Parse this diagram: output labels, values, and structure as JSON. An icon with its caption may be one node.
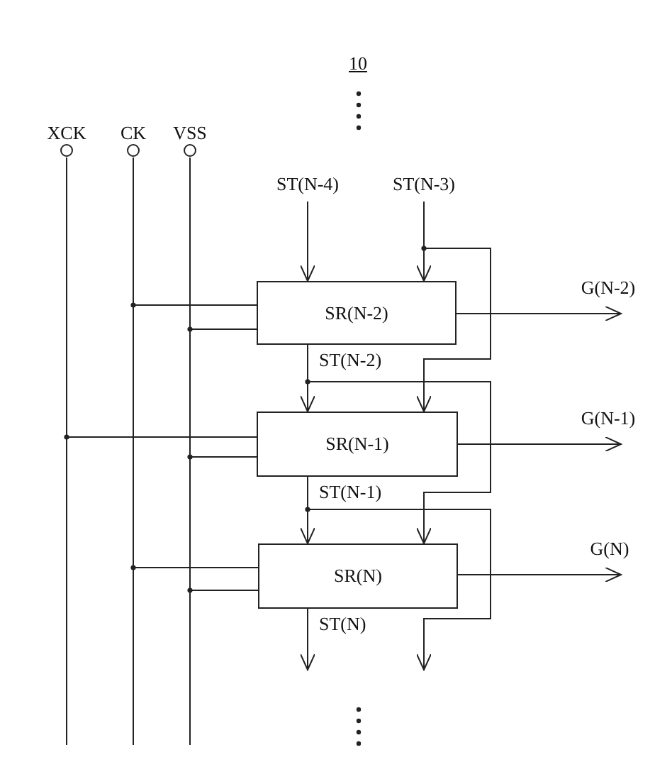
{
  "diagram": {
    "nodes": [
      {
        "text": [
          "XCK"
        ]
      },
      {
        "text": [
          "CK"
        ]
      },
      {
        "text": [
          "VSS"
        ]
      },
      {
        "text": [
          "SR(N-2)"
        ]
      },
      {
        "text": [
          "SR(N-1)"
        ]
      },
      {
        "text": [
          "SR(N)"
        ]
      },
      {
        "text": [
          "ST(N-4)"
        ]
      },
      {
        "text": [
          "ST(N-3)"
        ]
      },
      {
        "text": [
          "G(N-2)"
        ]
      },
      {
        "text": [
          "G(N-1)"
        ]
      },
      {
        "text": [
          "G(N)"
        ]
      }
    ],
    "edges": [
      {
        "from": 6,
        "to": 3,
        "arrow": "to"
      },
      {
        "from": 7,
        "to": 3,
        "arrow": "to"
      },
      {
        "from": 7,
        "to": 4,
        "arrow": "to"
      },
      {
        "from": 1,
        "to": 3,
        "arrow": "none"
      },
      {
        "from": 2,
        "to": 3,
        "arrow": "none"
      },
      {
        "from": 3,
        "to": 8,
        "arrow": "to"
      },
      {
        "from": 3,
        "to": 4,
        "arrow": "to",
        "label": "ST(N-2)"
      },
      {
        "from": 3,
        "to": 5,
        "arrow": "to"
      },
      {
        "from": 0,
        "to": 4,
        "arrow": "none"
      },
      {
        "from": 2,
        "to": 4,
        "arrow": "none"
      },
      {
        "from": 4,
        "to": 9,
        "arrow": "to"
      },
      {
        "from": 4,
        "to": 5,
        "arrow": "to",
        "label": "ST(N-1)"
      },
      {
        "from": 4,
        "to": null,
        "arrow": "to"
      },
      {
        "from": 1,
        "to": 5,
        "arrow": "none"
      },
      {
        "from": 2,
        "to": 5,
        "arrow": "none"
      },
      {
        "from": 5,
        "to": 10,
        "arrow": "to"
      },
      {
        "from": 5,
        "to": null,
        "arrow": "to",
        "label": "ST(N)"
      }
    ],
    "labels": [
      "10"
    ]
  }
}
